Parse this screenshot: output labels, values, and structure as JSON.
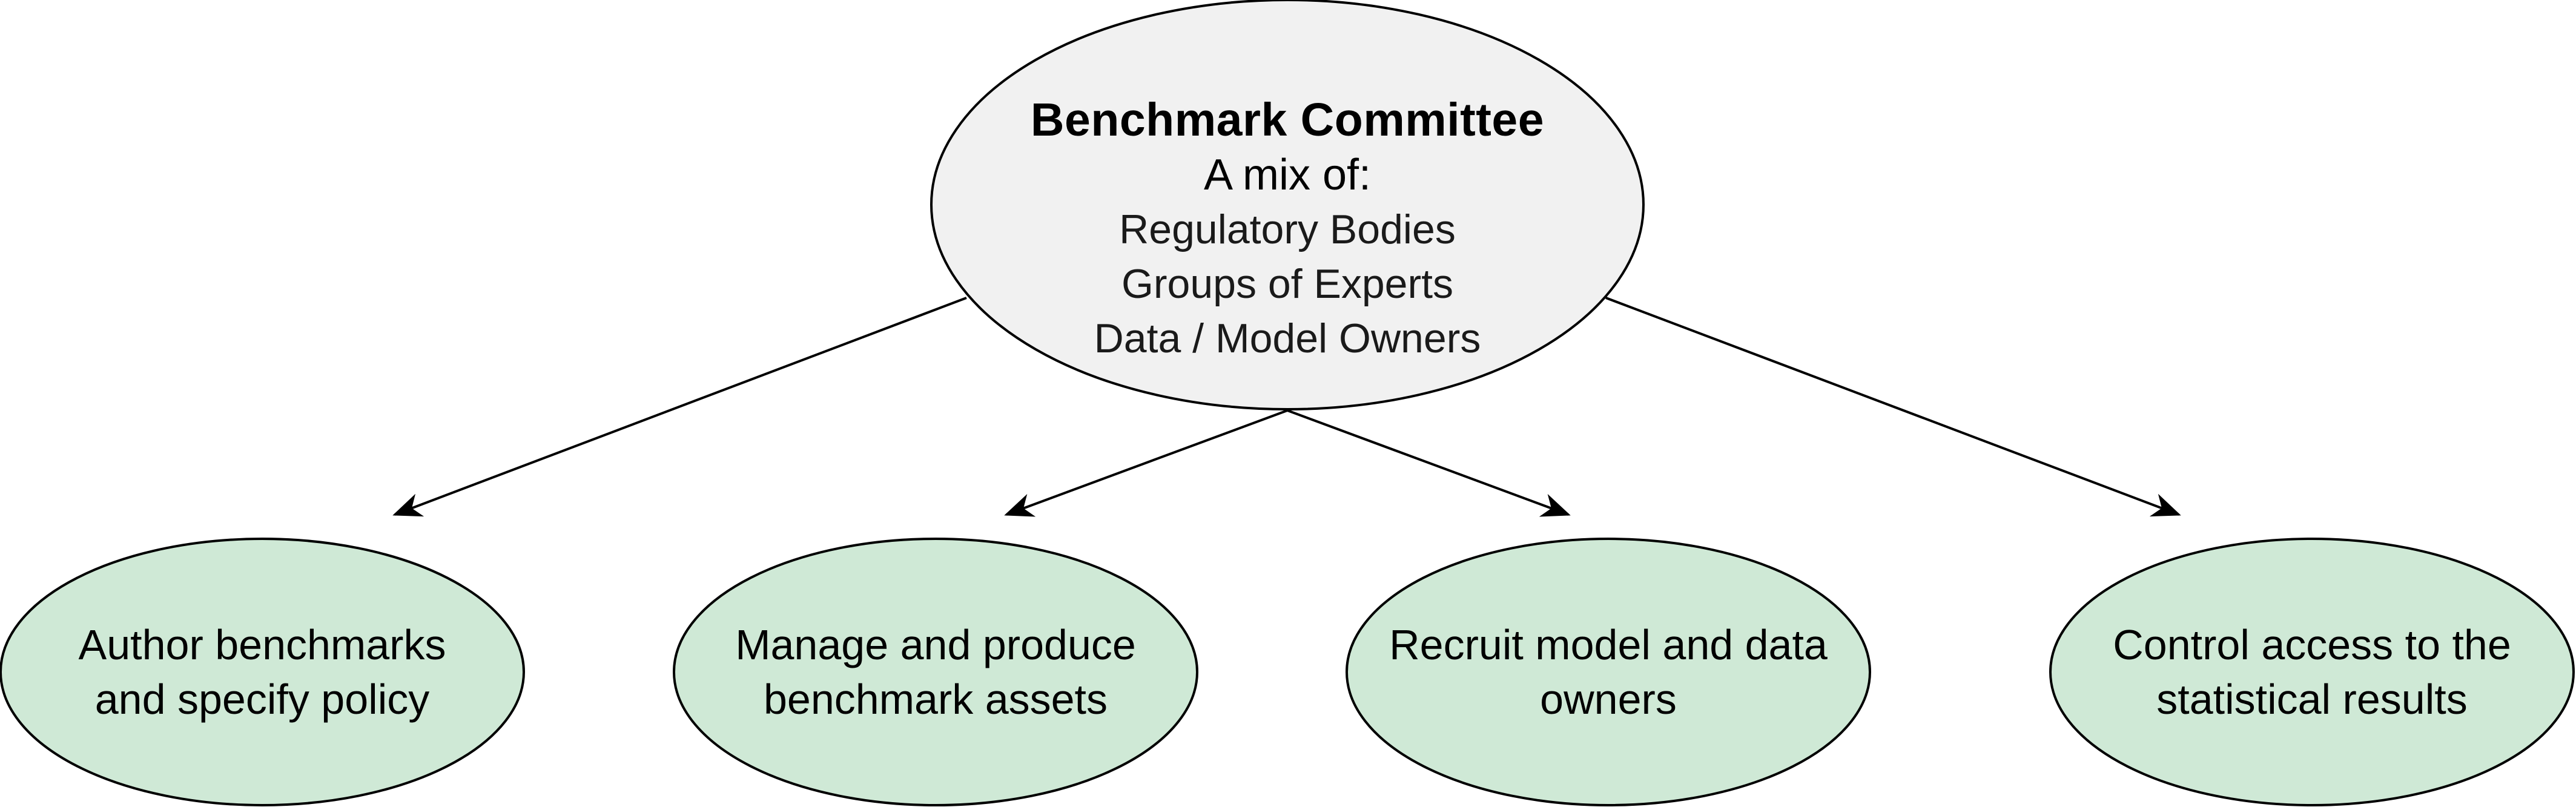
{
  "colors": {
    "root_fill": "#f1f1f1",
    "child_fill": "#cfe9d6",
    "stroke": "#000000",
    "text": "#000000"
  },
  "root": {
    "title": "Benchmark Committee",
    "subtitle": "A mix of:",
    "members": [
      "Regulatory Bodies",
      "Groups of Experts",
      "Data / Model Owners"
    ]
  },
  "children": [
    {
      "label": "Author benchmarks\nand specify policy"
    },
    {
      "label": "Manage and produce\nbenchmark assets"
    },
    {
      "label": "Recruit model and data\nowners"
    },
    {
      "label": "Control access to the\nstatistical results"
    }
  ]
}
